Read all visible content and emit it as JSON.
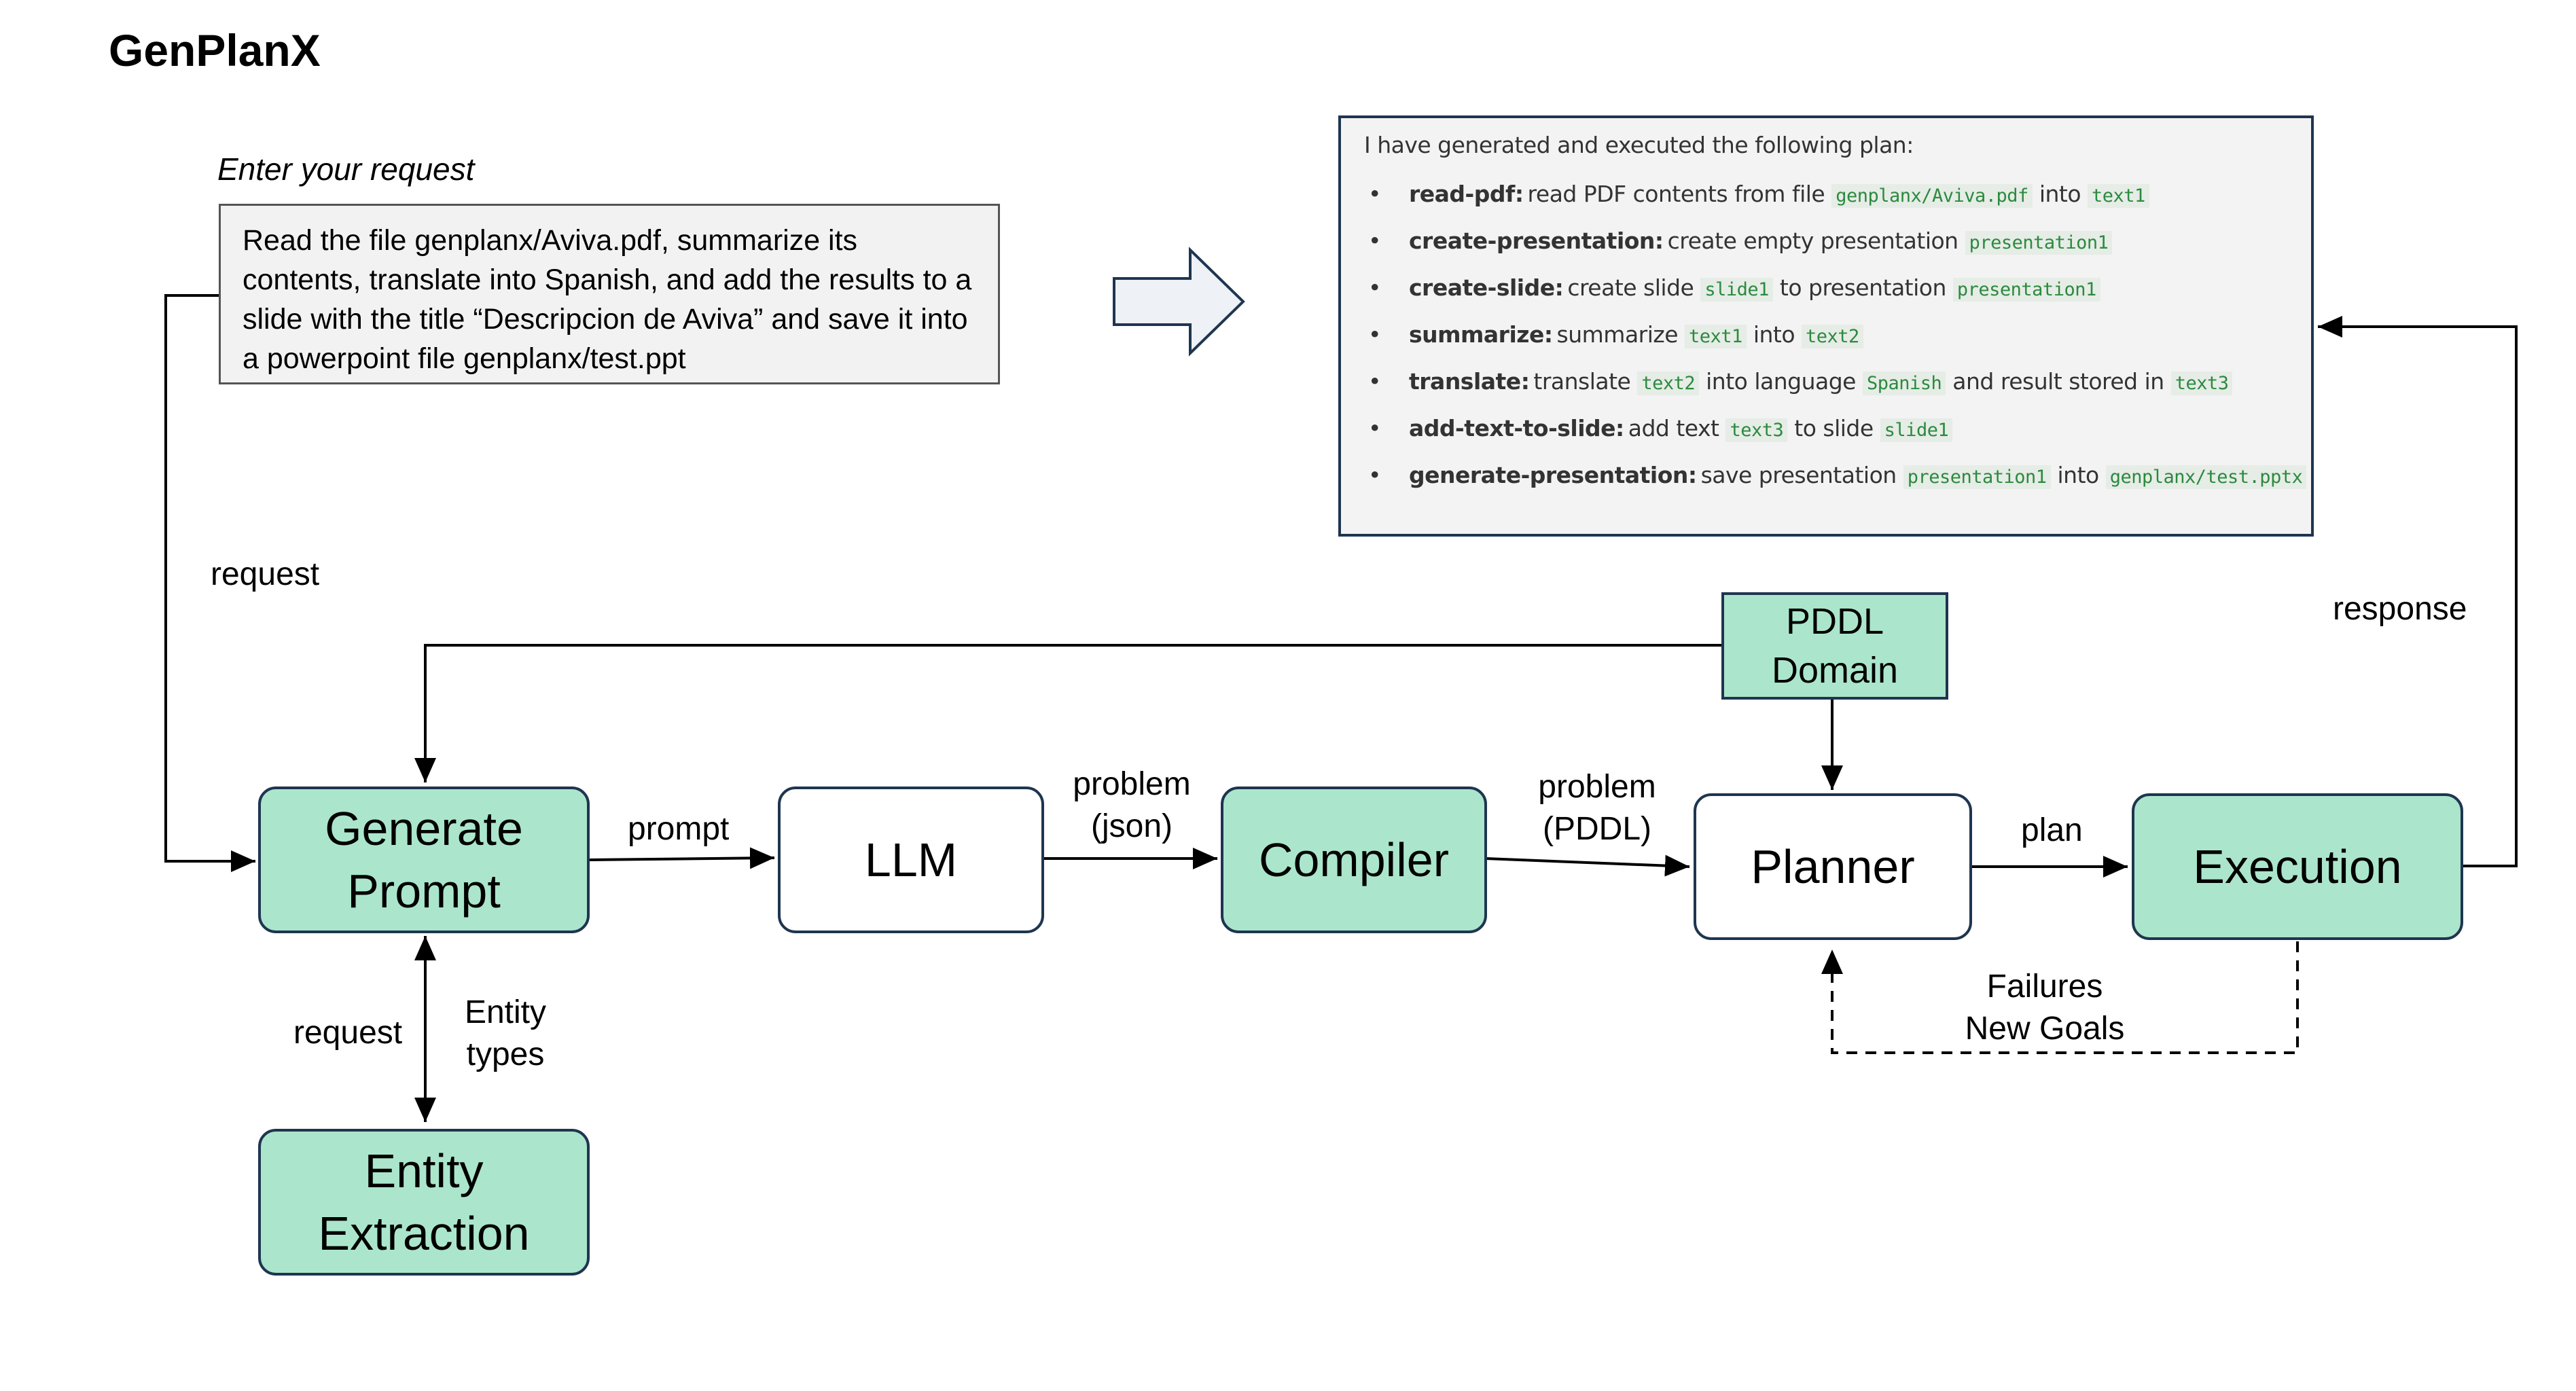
{
  "title": "GenPlanX",
  "request_input": {
    "label": "Enter your request",
    "text": "Read the file genplanx/Aviva.pdf, summarize its contents, translate into Spanish, and add the results to a slide with the title “Descripcion de Aviva” and save it into a powerpoint file genplanx/test.ppt"
  },
  "plan_output": {
    "intro": "I have generated and executed the following plan:",
    "steps": [
      {
        "action": "read-pdf:",
        "parts": [
          {
            "t": "text",
            "v": "read PDF contents from file"
          },
          {
            "t": "code",
            "v": "genplanx/Aviva.pdf"
          },
          {
            "t": "text",
            "v": "into"
          },
          {
            "t": "code",
            "v": "text1"
          }
        ]
      },
      {
        "action": "create-presentation:",
        "parts": [
          {
            "t": "text",
            "v": "create empty presentation"
          },
          {
            "t": "code",
            "v": "presentation1"
          }
        ]
      },
      {
        "action": "create-slide:",
        "parts": [
          {
            "t": "text",
            "v": "create slide"
          },
          {
            "t": "code",
            "v": "slide1"
          },
          {
            "t": "text",
            "v": "to presentation"
          },
          {
            "t": "code",
            "v": "presentation1"
          }
        ]
      },
      {
        "action": "summarize:",
        "parts": [
          {
            "t": "text",
            "v": "summarize"
          },
          {
            "t": "code",
            "v": "text1"
          },
          {
            "t": "text",
            "v": "into"
          },
          {
            "t": "code",
            "v": "text2"
          }
        ]
      },
      {
        "action": "translate:",
        "parts": [
          {
            "t": "text",
            "v": "translate"
          },
          {
            "t": "code",
            "v": "text2"
          },
          {
            "t": "text",
            "v": "into language"
          },
          {
            "t": "code",
            "v": "Spanish"
          },
          {
            "t": "text",
            "v": "and result stored in"
          },
          {
            "t": "code",
            "v": "text3"
          }
        ]
      },
      {
        "action": "add-text-to-slide:",
        "parts": [
          {
            "t": "text",
            "v": "add text"
          },
          {
            "t": "code",
            "v": "text3"
          },
          {
            "t": "text",
            "v": "to slide"
          },
          {
            "t": "code",
            "v": "slide1"
          }
        ]
      },
      {
        "action": "generate-presentation:",
        "parts": [
          {
            "t": "text",
            "v": "save presentation"
          },
          {
            "t": "code",
            "v": "presentation1"
          },
          {
            "t": "text",
            "v": "into"
          },
          {
            "t": "code",
            "v": "genplanx/test.pptx"
          }
        ]
      }
    ]
  },
  "nodes": {
    "generate_prompt": {
      "line1": "Generate",
      "line2": "Prompt"
    },
    "llm": "LLM",
    "compiler": "Compiler",
    "planner": "Planner",
    "execution": "Execution",
    "entity_extraction": {
      "line1": "Entity",
      "line2": "Extraction"
    },
    "pddl_domain": {
      "line1": "PDDL",
      "line2": "Domain"
    }
  },
  "edge_labels": {
    "request_top": "request",
    "prompt": "prompt",
    "problem_json": {
      "line1": "problem",
      "line2": "(json)"
    },
    "problem_pddl": {
      "line1": "problem",
      "line2": "(PDDL)"
    },
    "plan": "plan",
    "response": "response",
    "request_bottom": "request",
    "entity_types": {
      "line1": "Entity",
      "line2": "types"
    },
    "failures": {
      "line1": "Failures",
      "line2": "New Goals"
    }
  },
  "colors": {
    "node_green": "#abe6cc",
    "node_border": "#1f3550",
    "code_text": "#2b8a3e"
  }
}
